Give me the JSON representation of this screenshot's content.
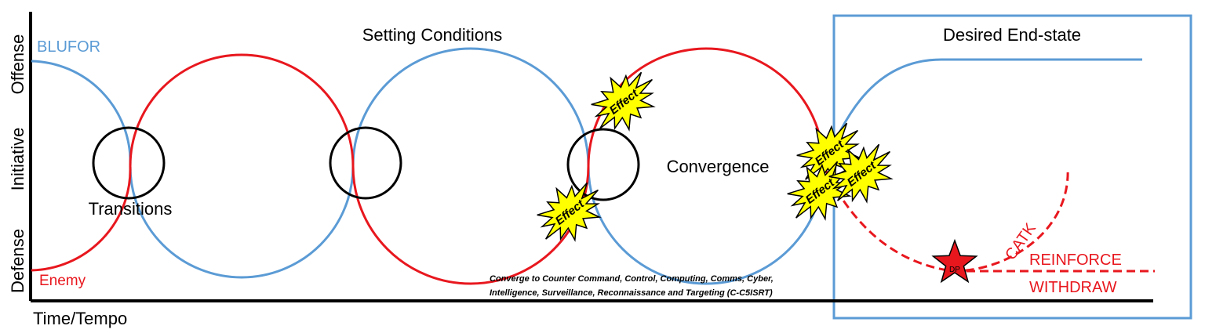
{
  "axis": {
    "y_offense": "Offense",
    "y_initiative": "Initiative",
    "y_defense": "Defense",
    "x_label": "Time/Tempo"
  },
  "legend": {
    "blufor": "BLUFOR",
    "enemy": "Enemy"
  },
  "phases": {
    "setting_conditions": "Setting Conditions",
    "desired_end_state": "Desired End-state",
    "transitions": "Transitions",
    "convergence": "Convergence"
  },
  "effect_label": "Effect",
  "note": {
    "line1": "Converge to Counter Command, Control, Computing, Comms, Cyber,",
    "line2": "Intelligence, Surveillance, Reconnaissance and Targeting (C-C5ISRT)"
  },
  "end_state_options": {
    "catk": "CATK",
    "reinforce": "REINFORCE",
    "withdraw": "WITHDRAW",
    "decision_point": "DP"
  },
  "colors": {
    "blufor": "#5B9BD5",
    "enemy": "#E8171E",
    "effect_fill": "#FFFF00",
    "star_fill": "#E8171E",
    "axis": "#000000"
  }
}
